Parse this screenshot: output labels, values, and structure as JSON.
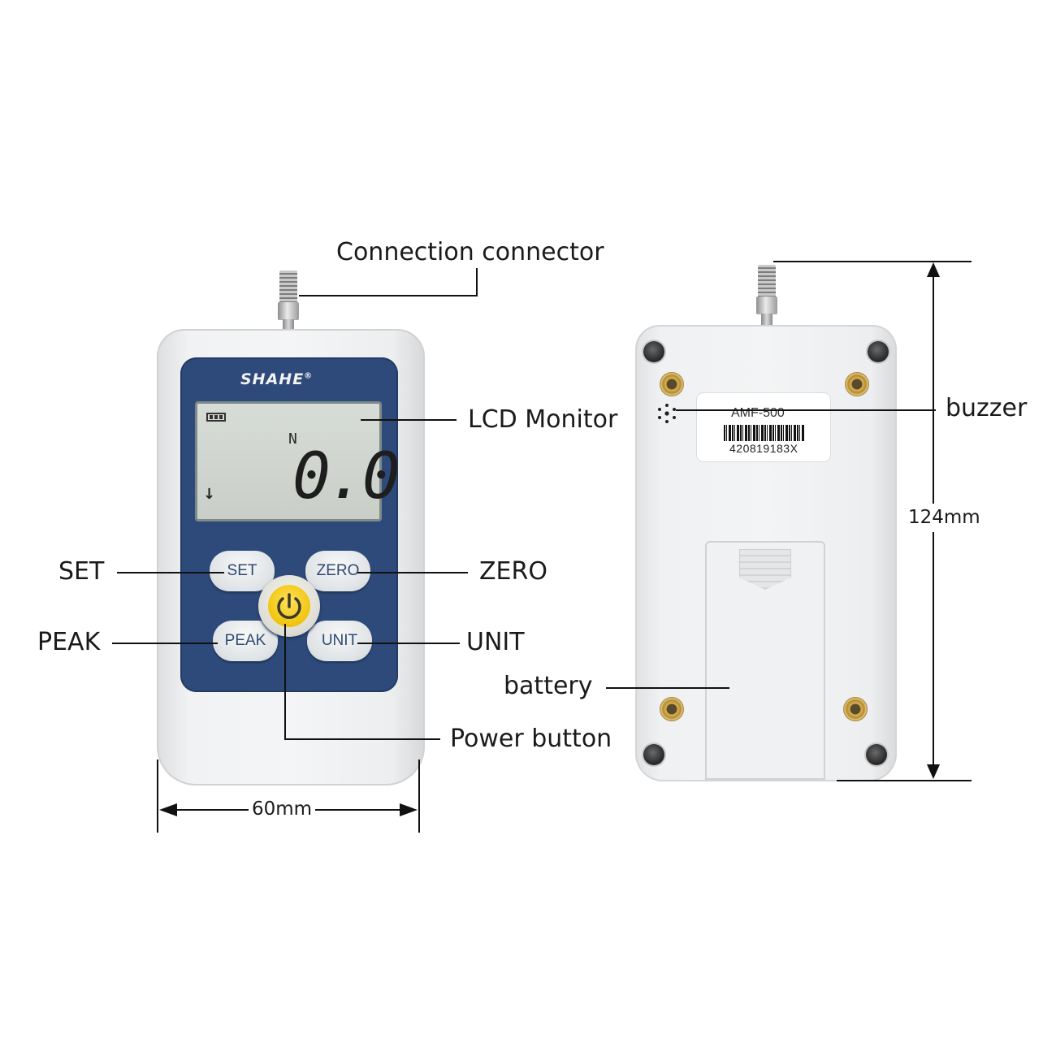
{
  "callouts": {
    "connection_connector": "Connection connector",
    "lcd_monitor": "LCD Monitor",
    "set": "SET",
    "zero": "ZERO",
    "peak": "PEAK",
    "unit": "UNIT",
    "power_button": "Power button",
    "buzzer": "buzzer",
    "battery": "battery"
  },
  "dimensions": {
    "width": "60mm",
    "height": "124mm"
  },
  "device_front": {
    "brand": "SHAHE",
    "brand_mark": "®",
    "lcd": {
      "unit": "N",
      "value": "0.0"
    },
    "keys": {
      "set": "SET",
      "zero": "ZERO",
      "peak": "PEAK",
      "unit": "UNIT"
    },
    "icons": [
      "battery-level-icon",
      "down-arrow-icon",
      "power-icon"
    ]
  },
  "device_back": {
    "model": "AMF-500",
    "serial": "420819183X"
  },
  "colors": {
    "panel": "#2e4a7a",
    "power_button": "#f1c40f",
    "body": "#f1f2f3"
  }
}
